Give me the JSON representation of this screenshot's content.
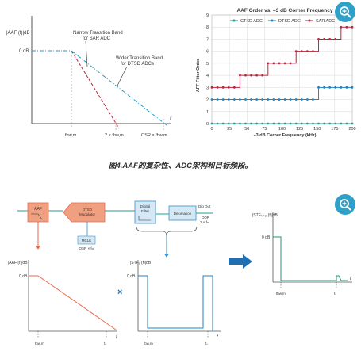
{
  "colors": {
    "ctsd": "#19a391",
    "dtsd": "#1f83c8",
    "sar": "#c0243c",
    "aaf_fill": "#f0a080",
    "aaf_line": "#ea6a4a",
    "block_fill": "#d4e8f6",
    "block_line": "#3a90c8",
    "arrow_big": "#1f6fb5",
    "stf_line": "#1a9a78",
    "zoom": "#2fa0c8"
  },
  "fig4": {
    "aaf_ylabel": "|AAF (f)|dB",
    "zero_db": "0 dB",
    "narrow_label_1": "Narrow Transition Band",
    "narrow_label_2": "for SAR ADC",
    "wider_label_1": "Wider Transition Band",
    "wider_label_2": "for DTSD ADCs",
    "x_tick_1": "fbw,m",
    "x_tick_2": "2 × fbw,m",
    "x_tick_3": "OSR × fbw,m",
    "x_end": "f"
  },
  "chart_data": {
    "type": "line",
    "title": "AAF Order vs. –3 dB Corner Frequency",
    "xlabel": "–3 dB Corner Frequency (kHz)",
    "ylabel": "AFF Filter Order",
    "xlim": [
      0,
      200
    ],
    "ylim": [
      0,
      9
    ],
    "xticks": [
      "0",
      "25",
      "50",
      "75",
      "100",
      "125",
      "150",
      "175",
      "200"
    ],
    "yticks": [
      "0",
      "1",
      "2",
      "3",
      "4",
      "5",
      "6",
      "7",
      "8",
      "9"
    ],
    "grid": true,
    "legend": "top",
    "x": [
      0,
      8,
      16,
      24,
      32,
      40,
      48,
      56,
      64,
      72,
      80,
      88,
      96,
      104,
      112,
      120,
      128,
      136,
      144,
      152,
      160,
      168,
      176,
      184,
      192,
      200
    ],
    "series": [
      {
        "name": "CTSD ADC",
        "values": [
          0,
          0,
          0,
          0,
          0,
          0,
          0,
          0,
          0,
          0,
          0,
          0,
          0,
          0,
          0,
          0,
          0,
          0,
          0,
          0,
          0,
          0,
          0,
          0,
          0,
          0
        ]
      },
      {
        "name": "DTSD ADC",
        "values": [
          2,
          2,
          2,
          2,
          2,
          2,
          2,
          2,
          2,
          2,
          2,
          2,
          2,
          2,
          2,
          2,
          2,
          2,
          2,
          3,
          3,
          3,
          3,
          3,
          3,
          3
        ]
      },
      {
        "name": "SAR ADC",
        "values": [
          3,
          3,
          3,
          3,
          3,
          4,
          4,
          4,
          4,
          4,
          5,
          5,
          5,
          5,
          5,
          6,
          6,
          6,
          6,
          7,
          7,
          7,
          7,
          8,
          8,
          8
        ]
      }
    ]
  },
  "caption": "图4.AAF的复杂性、ADC架构和目标频段。",
  "fig5": {
    "aaf_block": "AAF",
    "modulator_1": "DTSD",
    "modulator_2": "Modulator",
    "mclk": "MCLK",
    "mclk_sub": "OSR × fₘ",
    "digital_filter_1": "Digital",
    "digital_filter_2": "Filter",
    "decimation": "Decimation",
    "dig_out_1": "Dig Out",
    "dig_out_2": "ODR",
    "dig_out_3": "2 × fₘ",
    "aaf_ylabel": "|AAF (f)|dB",
    "zero_db_1": "0 dB",
    "zero_db_2": "0 dB",
    "zero_db_3": "0 dB",
    "stf_ylabel": "|STFₐ (f)|dB",
    "stf_total_ylabel": "|STFₜₒₜₐₗ (f)|dB",
    "multiply": "×",
    "tick_fbw": "fbw,m",
    "tick_fs": "fₛ",
    "f_end": "f"
  }
}
